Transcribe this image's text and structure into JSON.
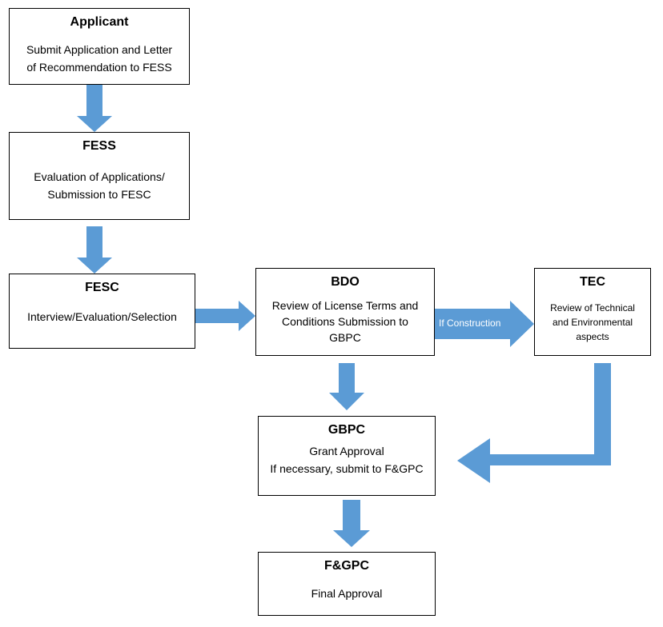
{
  "boxes": {
    "applicant": {
      "title": "Applicant",
      "lines": [
        "Submit Application and Letter",
        "of Recommendation to FESS"
      ]
    },
    "fess": {
      "title": "FESS",
      "lines": [
        "Evaluation of Applications/",
        "Submission to FESC"
      ]
    },
    "fesc": {
      "title": "FESC",
      "lines": [
        "Interview/Evaluation/Selection"
      ]
    },
    "bdo": {
      "title": "BDO",
      "lines": [
        "Review of License Terms and",
        "Conditions Submission to",
        "GBPC"
      ]
    },
    "tec": {
      "title": "TEC",
      "lines": [
        "Review of Technical",
        "and Environmental",
        "aspects"
      ]
    },
    "gbpc": {
      "title": "GBPC",
      "lines": [
        "Grant Approval",
        "If necessary, submit to F&GPC"
      ]
    },
    "fgpc": {
      "title": "F&GPC",
      "lines": [
        "Final Approval"
      ]
    }
  },
  "arrows": {
    "bdo_to_tec_label": "If Construction"
  },
  "colors": {
    "arrow": "#5b9bd5",
    "border": "#000000"
  }
}
